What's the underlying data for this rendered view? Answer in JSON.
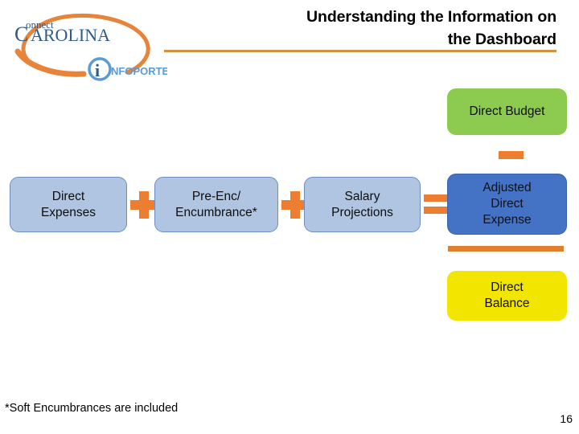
{
  "slide": {
    "title_line1": "Understanding the Information on",
    "title_line2": "the Dashboard",
    "page_number": "16",
    "footnote": "*Soft Encumbrances are included"
  },
  "logo": {
    "word_connect": "onnect",
    "word_carolina": "AROLINA",
    "big_c": "C",
    "infoporte_i": "i",
    "infoporte_text": "NFOPORTE",
    "swoosh_color": "#E8833A",
    "carolina_color": "#2E5C8A",
    "infoporte_color": "#5B9BD5"
  },
  "diagram": {
    "boxes": [
      {
        "id": "direct-expenses",
        "label": "Direct\nExpenses",
        "line1": "Direct",
        "line2": "Expenses",
        "color": "#AFC5E2"
      },
      {
        "id": "pre-enc",
        "label": "Pre-Enc/ Encumbrance*",
        "line1": "Pre-Enc/",
        "line2": "Encumbrance*",
        "color": "#AFC5E2"
      },
      {
        "id": "salary-projections",
        "label": "Salary Projections",
        "line1": "Salary",
        "line2": "Projections",
        "color": "#AFC5E2"
      },
      {
        "id": "adjusted-direct-expense",
        "label": "Adjusted Direct Expense",
        "line1": "Adjusted",
        "line2": "Direct",
        "line3": "Expense",
        "color": "#4472C4"
      },
      {
        "id": "direct-budget",
        "label": "Direct Budget",
        "color": "#8CCB50"
      },
      {
        "id": "direct-balance",
        "label": "Direct Balance",
        "line1": "Direct",
        "line2": "Balance",
        "color": "#F2E600"
      }
    ],
    "operators": [
      {
        "id": "plus-1",
        "symbol": "+",
        "color": "#ED7D31"
      },
      {
        "id": "plus-2",
        "symbol": "+",
        "color": "#ED7D31"
      },
      {
        "id": "equals-1",
        "symbol": "=",
        "color": "#ED7D31"
      },
      {
        "id": "minus-1",
        "symbol": "-",
        "color": "#ED7D31"
      },
      {
        "id": "equals-2",
        "symbol": "=",
        "color": "#E0802E"
      }
    ],
    "accent_orange": "#ED7D31",
    "title_rule_color": "#D68F3C"
  }
}
